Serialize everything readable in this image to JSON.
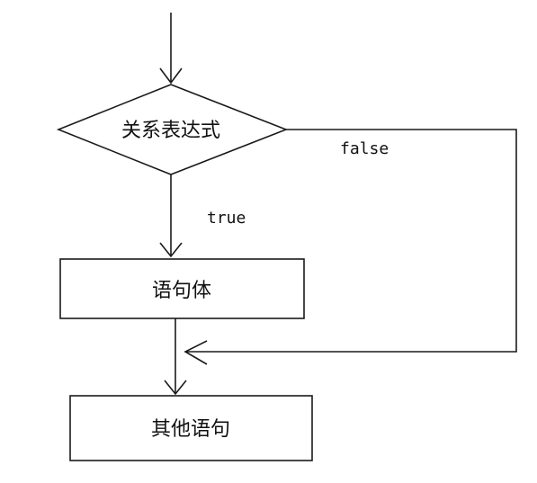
{
  "diagram": {
    "condition_label": "关系表达式",
    "false_label": "false",
    "true_label": "true",
    "body_label": "语句体",
    "next_label": "其他语句"
  }
}
